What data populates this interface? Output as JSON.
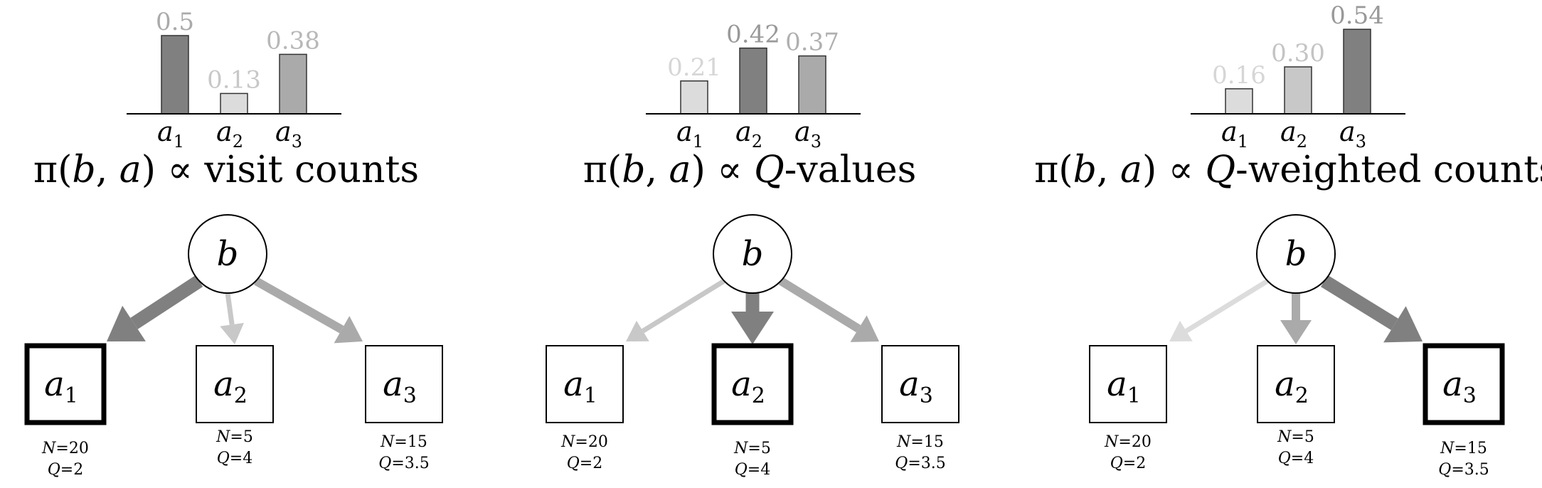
{
  "panels": [
    {
      "title": {
        "prefix": "π(",
        "b": "b",
        "comma": ", ",
        "a": "a",
        "mid": ") ∝ ",
        "q": "",
        "suffix": "visit counts"
      },
      "bars": [
        {
          "action": "a",
          "sub": "1",
          "value": 0.5,
          "label": "0.5",
          "shade": "#808080",
          "label_color": "#aaaaaa"
        },
        {
          "action": "a",
          "sub": "2",
          "value": 0.13,
          "label": "0.13",
          "shade": "#dcdcdc",
          "label_color": "#c8c8c8"
        },
        {
          "action": "a",
          "sub": "3",
          "value": 0.38,
          "label": "0.38",
          "shade": "#aaaaaa",
          "label_color": "#b8b8b8"
        }
      ],
      "root": "b",
      "children": [
        {
          "name": "a",
          "sub": "1",
          "N": "N",
          "n_val": "=20",
          "Q": "Q",
          "q_val": "=2",
          "selected": true,
          "arrow_color": "#808080",
          "arrow_weight": "heavy"
        },
        {
          "name": "a",
          "sub": "2",
          "N": "N",
          "n_val": "=5",
          "Q": "Q",
          "q_val": "=4",
          "selected": false,
          "arrow_color": "#c8c8c8",
          "arrow_weight": "light"
        },
        {
          "name": "a",
          "sub": "3",
          "N": "N",
          "n_val": "=15",
          "Q": "Q",
          "q_val": "=3.5",
          "selected": false,
          "arrow_color": "#aaaaaa",
          "arrow_weight": "medium"
        }
      ]
    },
    {
      "title": {
        "prefix": "π(",
        "b": "b",
        "comma": ", ",
        "a": "a",
        "mid": ") ∝ ",
        "q": "Q",
        "suffix": "-values"
      },
      "bars": [
        {
          "action": "a",
          "sub": "1",
          "value": 0.21,
          "label": "0.21",
          "shade": "#dcdcdc",
          "label_color": "#d6d6d6"
        },
        {
          "action": "a",
          "sub": "2",
          "value": 0.42,
          "label": "0.42",
          "shade": "#808080",
          "label_color": "#999999"
        },
        {
          "action": "a",
          "sub": "3",
          "value": 0.37,
          "label": "0.37",
          "shade": "#aaaaaa",
          "label_color": "#b0b0b0"
        }
      ],
      "root": "b",
      "children": [
        {
          "name": "a",
          "sub": "1",
          "N": "N",
          "n_val": "=20",
          "Q": "Q",
          "q_val": "=2",
          "selected": false,
          "arrow_color": "#c8c8c8",
          "arrow_weight": "light"
        },
        {
          "name": "a",
          "sub": "2",
          "N": "N",
          "n_val": "=5",
          "Q": "Q",
          "q_val": "=4",
          "selected": true,
          "arrow_color": "#808080",
          "arrow_weight": "heavy"
        },
        {
          "name": "a",
          "sub": "3",
          "N": "N",
          "n_val": "=15",
          "Q": "Q",
          "q_val": "=3.5",
          "selected": false,
          "arrow_color": "#aaaaaa",
          "arrow_weight": "medium"
        }
      ]
    },
    {
      "title": {
        "prefix": "π(",
        "b": "b",
        "comma": ", ",
        "a": "a",
        "mid": ") ∝ ",
        "q": "Q",
        "suffix": "-weighted counts"
      },
      "bars": [
        {
          "action": "a",
          "sub": "1",
          "value": 0.16,
          "label": "0.16",
          "shade": "#dcdcdc",
          "label_color": "#d6d6d6"
        },
        {
          "action": "a",
          "sub": "2",
          "value": 0.3,
          "label": "0.30",
          "shade": "#c8c8c8",
          "label_color": "#c4c4c4"
        },
        {
          "action": "a",
          "sub": "3",
          "value": 0.54,
          "label": "0.54",
          "shade": "#808080",
          "label_color": "#999999"
        }
      ],
      "root": "b",
      "children": [
        {
          "name": "a",
          "sub": "1",
          "N": "N",
          "n_val": "=20",
          "Q": "Q",
          "q_val": "=2",
          "selected": false,
          "arrow_color": "#dcdcdc",
          "arrow_weight": "light"
        },
        {
          "name": "a",
          "sub": "2",
          "N": "N",
          "n_val": "=5",
          "Q": "Q",
          "q_val": "=4",
          "selected": false,
          "arrow_color": "#aaaaaa",
          "arrow_weight": "medium"
        },
        {
          "name": "a",
          "sub": "3",
          "N": "N",
          "n_val": "=15",
          "Q": "Q",
          "q_val": "=3.5",
          "selected": true,
          "arrow_color": "#808080",
          "arrow_weight": "heavy"
        }
      ]
    }
  ]
}
